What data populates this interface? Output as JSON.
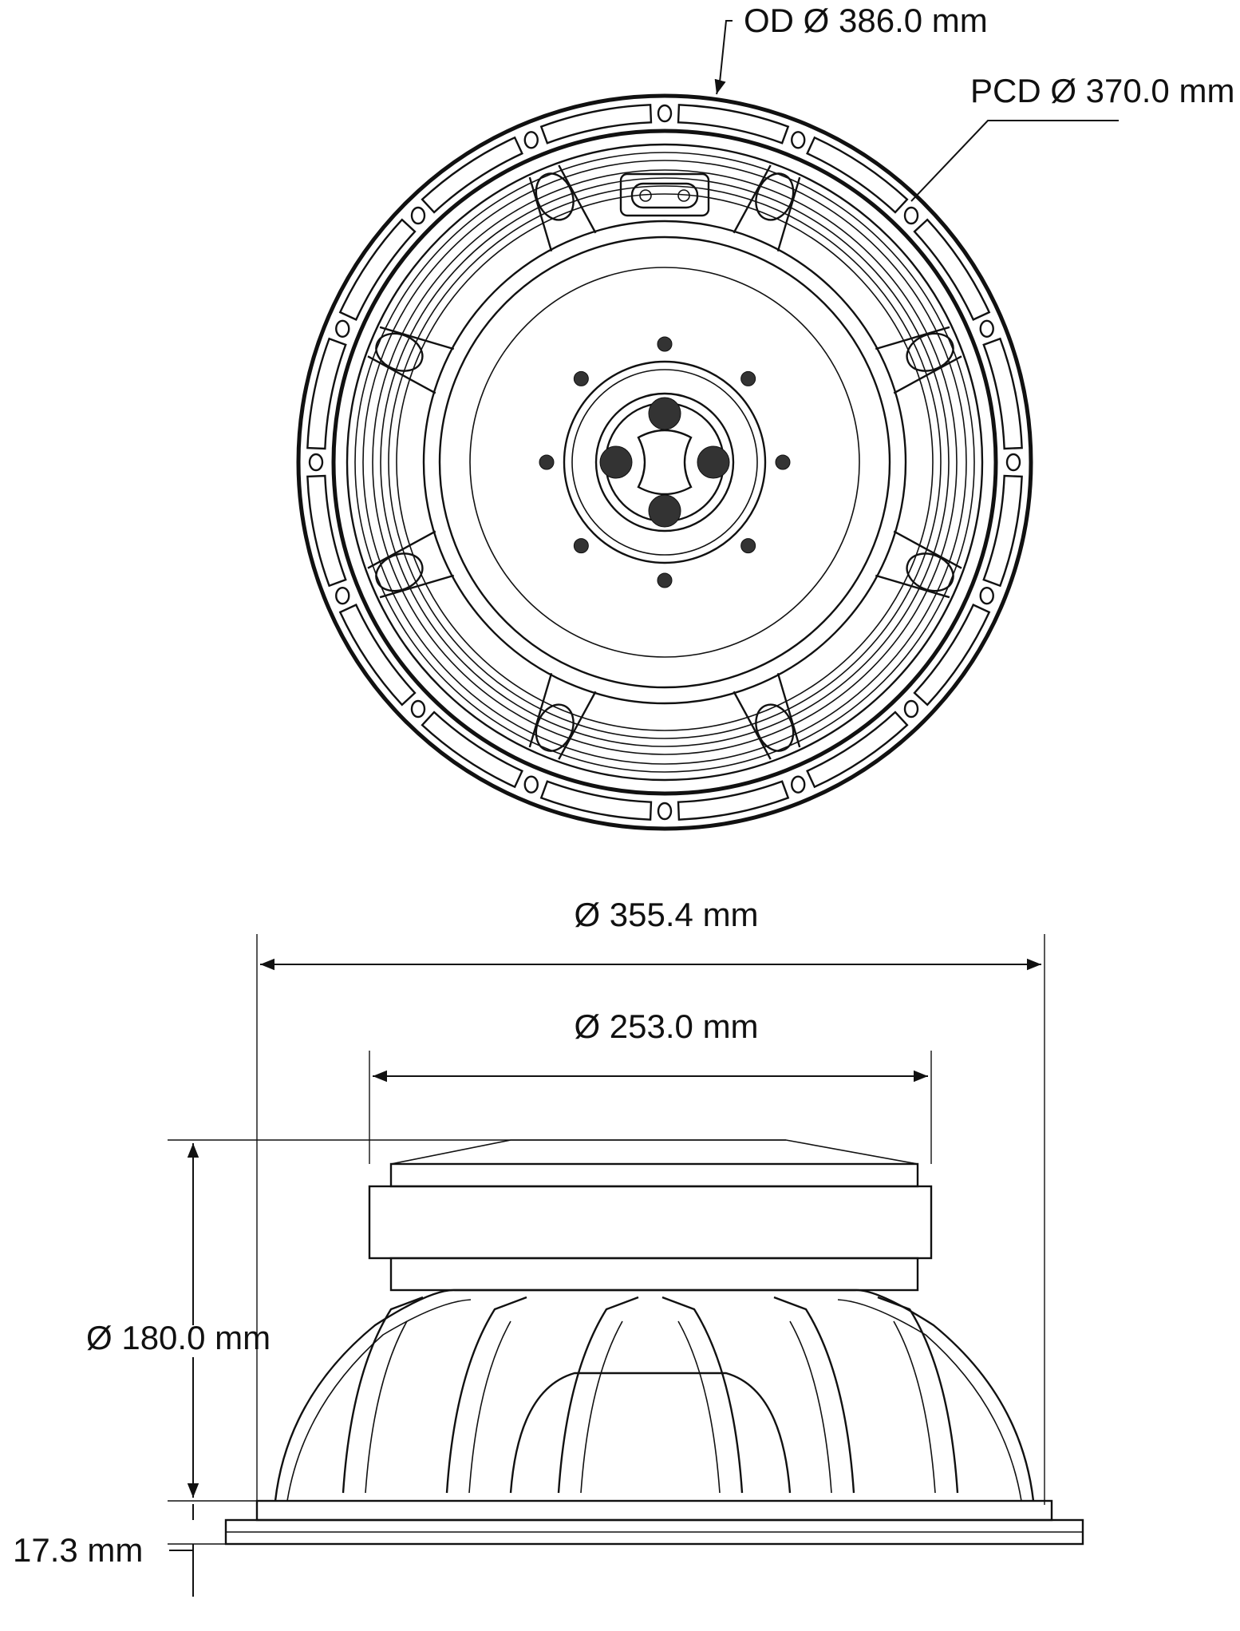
{
  "dimensions": {
    "od": "OD Ø 386.0 mm",
    "pcd": "PCD Ø 370.0 mm",
    "frame_diameter": "Ø 355.4 mm",
    "magnet_diameter": "Ø 253.0 mm",
    "depth": "Ø 180.0 mm",
    "flange_thickness": "17.3 mm"
  },
  "colors": {
    "line": "#111111",
    "background": "#ffffff"
  }
}
